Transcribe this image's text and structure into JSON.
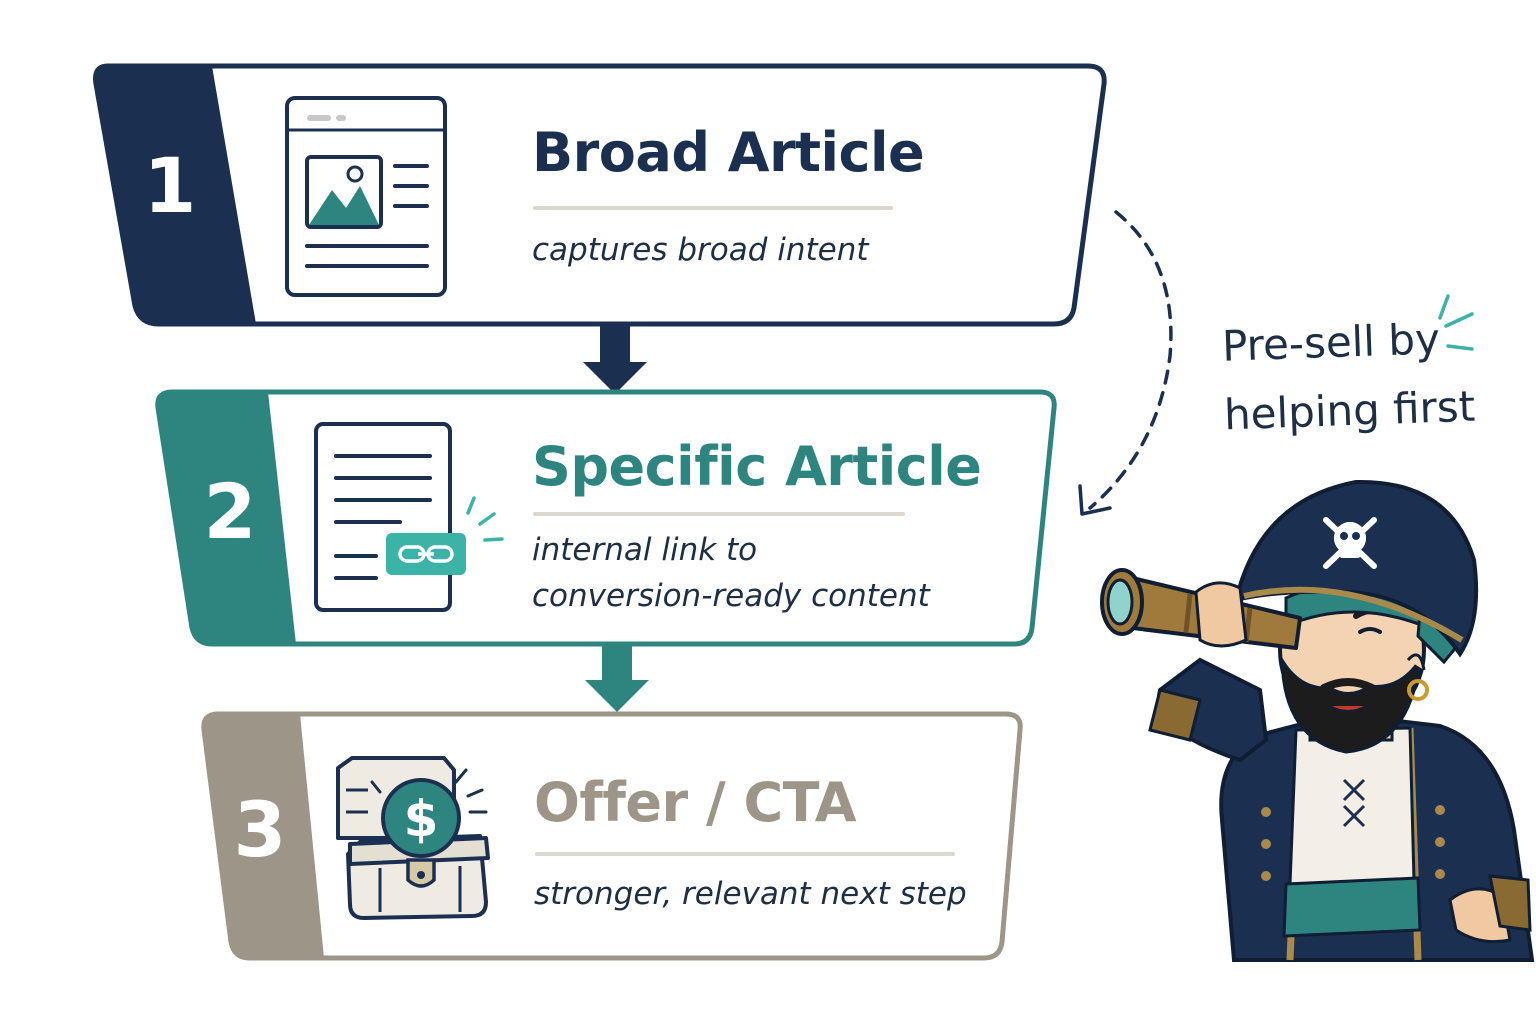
{
  "steps": [
    {
      "number": "1",
      "title": "Broad Article",
      "description": "captures broad intent",
      "icon": "article-with-image-icon",
      "color": "#1b3050"
    },
    {
      "number": "2",
      "title": "Specific Article",
      "description_line1": "internal link to",
      "description_line2": "conversion-ready content",
      "icon": "document-link-icon",
      "color": "#2e8580"
    },
    {
      "number": "3",
      "title": "Offer / CTA",
      "description": "stronger, relevant next step",
      "icon": "treasure-chest-dollar-icon",
      "color": "#9c9588"
    }
  ],
  "note": {
    "line1": "Pre-sell by",
    "line2": "helping first"
  },
  "colors": {
    "navy": "#1b3050",
    "teal": "#2e8580",
    "taupe": "#9c9588",
    "accent_teal": "#3bb3a6"
  },
  "illustration": "pirate-with-telescope"
}
